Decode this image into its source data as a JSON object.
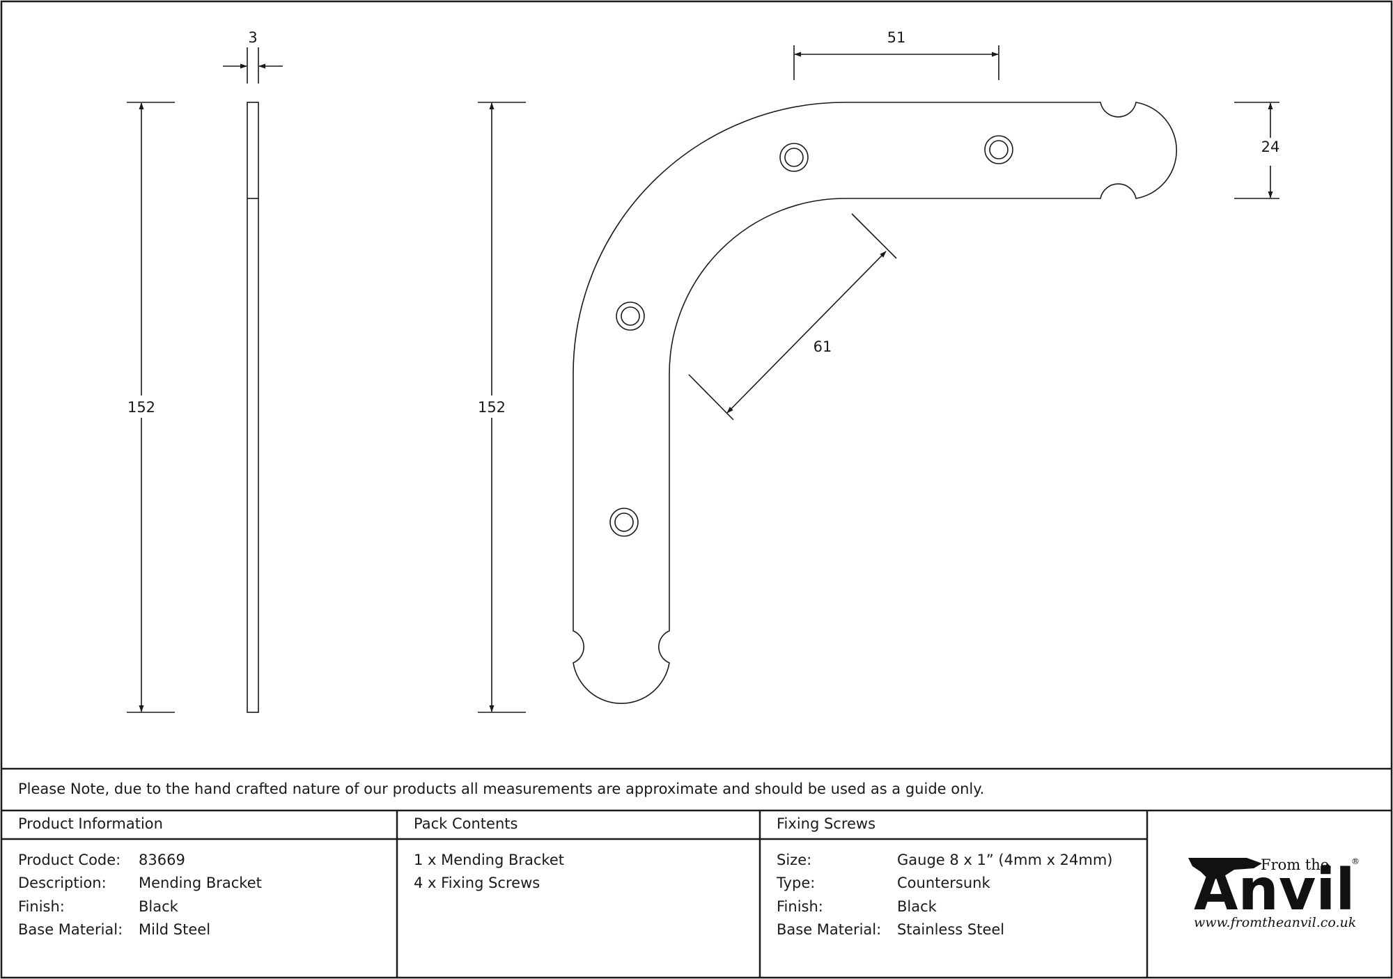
{
  "dimensions": {
    "thickness": "3",
    "side_height": "152",
    "front_height": "152",
    "arm_spacing": "51",
    "arm_width": "24",
    "diagonal": "61"
  },
  "note": "Please Note, due to the hand crafted nature of our products all measurements are approximate and should be used as a guide only.",
  "product_info": {
    "title": "Product Information",
    "rows": [
      {
        "label": "Product Code:",
        "value": "83669"
      },
      {
        "label": "Description:",
        "value": "Mending Bracket"
      },
      {
        "label": "Finish:",
        "value": "Black"
      },
      {
        "label": "Base Material:",
        "value": "Mild Steel"
      }
    ]
  },
  "pack_contents": {
    "title": "Pack Contents",
    "items": [
      "1 x Mending Bracket",
      "4 x Fixing Screws"
    ]
  },
  "fixing_screws": {
    "title": "Fixing Screws",
    "rows": [
      {
        "label": "Size:",
        "value": "Gauge 8 x 1” (4mm x 24mm)"
      },
      {
        "label": "Type:",
        "value": "Countersunk"
      },
      {
        "label": "Finish:",
        "value": "Black"
      },
      {
        "label": "Base Material:",
        "value": "Stainless Steel"
      }
    ]
  },
  "logo": {
    "from_the": "From the",
    "name": "Anvil",
    "registered": "®",
    "url": "www.fromtheanvil.co.uk"
  },
  "colors": {
    "line": "#1a1a1a",
    "background": "#ffffff"
  }
}
